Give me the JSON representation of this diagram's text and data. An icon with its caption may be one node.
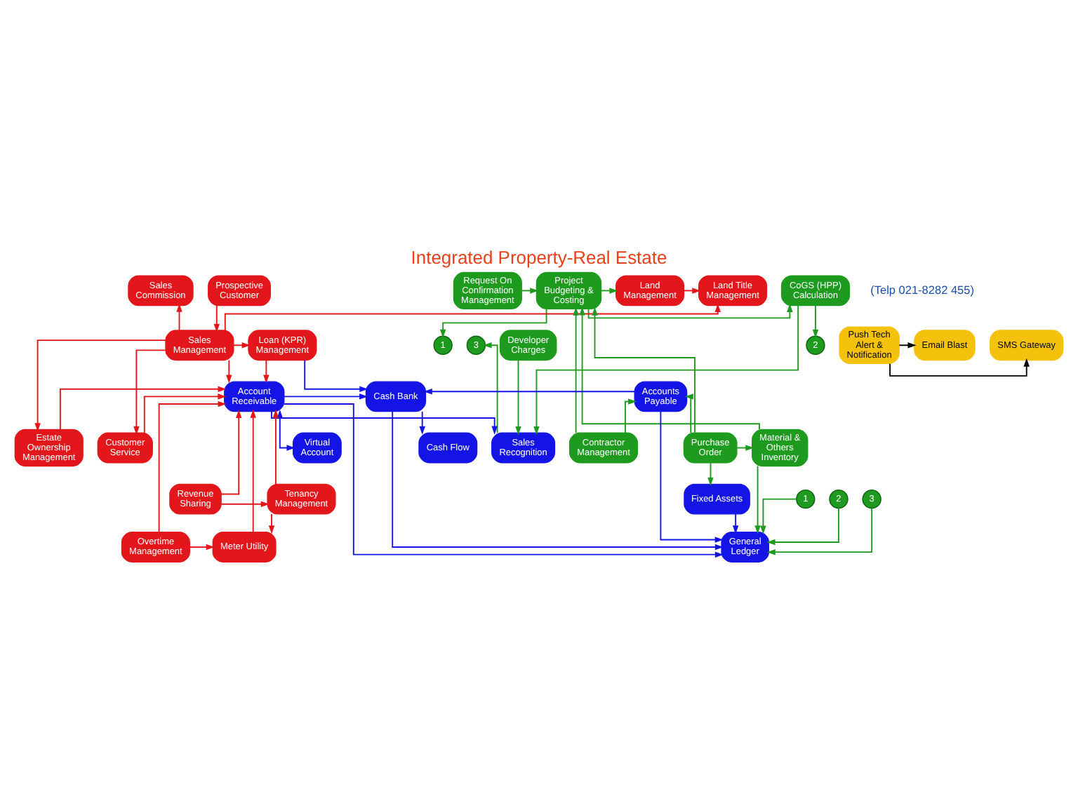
{
  "diagram": {
    "title": "Integrated Property-Real Estate",
    "nodes": [
      {
        "text": [
          "Land Management"
        ]
      },
      {
        "text": [
          "Sales Commission"
        ]
      },
      {
        "text": [
          "CoGS (HPP) Calculation"
        ]
      },
      {
        "text": [
          "Project Budgeting & Costing"
        ]
      },
      {
        "text": [
          "Request On Confirmation Management"
        ]
      },
      {
        "text": [
          "Prospective Customer"
        ]
      },
      {
        "text": [
          "Land Title Management"
        ]
      },
      {
        "text": [
          "2"
        ]
      },
      {
        "text": [
          "1"
        ]
      },
      {
        "text": [
          "Sales Management"
        ]
      },
      {
        "text": [
          "Loan (KPR) Management"
        ]
      },
      {
        "text": [
          "Developer Charges"
        ]
      },
      {
        "text": [
          "3"
        ]
      },
      {
        "text": [
          "Customer Service"
        ]
      },
      {
        "text": [
          "Sales Recognition"
        ]
      },
      {
        "text": [
          "Contractor Management"
        ]
      },
      {
        "text": [
          "Purchase Order"
        ]
      },
      {
        "text": [
          "Material & Others Inventory"
        ]
      },
      {
        "text": [
          "Estate Ownership Management"
        ]
      },
      {
        "text": [
          "Virtual Account"
        ]
      },
      {
        "text": [
          "Cash Flow"
        ]
      },
      {
        "text": [
          "Account Receivable"
        ]
      },
      {
        "text": [
          "Cash Bank"
        ]
      },
      {
        "text": [
          "Accounts Payable"
        ]
      },
      {
        "text": [
          "Revenue Sharing"
        ]
      },
      {
        "text": [
          "Tenancy Management"
        ]
      },
      {
        "text": [
          "Fixed Assets"
        ]
      },
      {
        "text": [
          "General Ledger"
        ]
      },
      {
        "text": [
          "Overtime Management"
        ]
      },
      {
        "text": [
          "Meter Utility"
        ]
      },
      {
        "text": [
          "1"
        ]
      },
      {
        "text": [
          "2"
        ]
      },
      {
        "text": [
          "3"
        ]
      },
      {
        "text": [
          "SMS Gateway"
        ]
      },
      {
        "text": [
          "Push Tech Alert & Notification"
        ]
      },
      {
        "text": [
          "Email Blast"
        ]
      }
    ],
    "edges": [
      {
        "from": 5,
        "to": 9,
        "arrow": "to",
        "color": "#e3161b"
      },
      {
        "from": 9,
        "to": 1,
        "arrow": "to",
        "color": "#e3161b"
      },
      {
        "from": 9,
        "to": 6,
        "arrow": "to",
        "color": "#e3161b"
      },
      {
        "from": 9,
        "to": 10,
        "arrow": "to",
        "color": "#e3161b"
      },
      {
        "from": 9,
        "to": 13,
        "arrow": "to",
        "color": "#e3161b"
      },
      {
        "from": 9,
        "to": 18,
        "arrow": "to",
        "color": "#e3161b"
      },
      {
        "from": 9,
        "to": 21,
        "arrow": "to",
        "color": "#e3161b"
      },
      {
        "from": 24,
        "to": 21,
        "arrow": "to",
        "color": "#e3161b"
      },
      {
        "from": 28,
        "to": 21,
        "arrow": "to",
        "color": "#e3161b"
      },
      {
        "from": 24,
        "to": 25,
        "arrow": "to",
        "color": "#e3161b"
      },
      {
        "from": 28,
        "to": 29,
        "arrow": "to",
        "color": "#e3161b"
      },
      {
        "from": 25,
        "to": 29,
        "arrow": "to",
        "color": "#e3161b"
      },
      {
        "from": 25,
        "to": 21,
        "arrow": "to",
        "color": "#e3161b"
      },
      {
        "from": 29,
        "to": 21,
        "arrow": "to",
        "color": "#e3161b"
      },
      {
        "from": 18,
        "to": 21,
        "arrow": "to",
        "color": "#e3161b"
      },
      {
        "from": 13,
        "to": 21,
        "arrow": "to",
        "color": "#e3161b"
      },
      {
        "from": 10,
        "to": 21,
        "arrow": "to",
        "color": "#e3161b"
      },
      {
        "from": 0,
        "to": 6,
        "arrow": "to",
        "color": "#e3161b"
      },
      {
        "from": 3,
        "to": 0,
        "arrow": "to"
      },
      {
        "from": 2,
        "to": 14,
        "arrow": "to"
      },
      {
        "from": 3,
        "to": 2,
        "arrow": "to"
      },
      {
        "from": 4,
        "to": 3,
        "arrow": "to"
      },
      {
        "from": 2,
        "to": 7,
        "arrow": "to"
      },
      {
        "from": 3,
        "to": 8,
        "arrow": "to"
      },
      {
        "from": 14,
        "to": 12,
        "arrow": "to"
      },
      {
        "from": 11,
        "to": 14,
        "arrow": "to"
      },
      {
        "from": 15,
        "to": 3,
        "arrow": "to"
      },
      {
        "from": 16,
        "to": 3,
        "arrow": "to"
      },
      {
        "from": 17,
        "to": 3,
        "arrow": "to"
      },
      {
        "from": 16,
        "to": 17,
        "arrow": "to"
      },
      {
        "from": 15,
        "to": 23,
        "arrow": "to"
      },
      {
        "from": 16,
        "to": 23,
        "arrow": "to"
      },
      {
        "from": 16,
        "to": 26,
        "arrow": "to"
      },
      {
        "from": 17,
        "to": 27,
        "arrow": "to"
      },
      {
        "from": 30,
        "to": 27,
        "arrow": "to"
      },
      {
        "from": 31,
        "to": 27,
        "arrow": "to"
      },
      {
        "from": 32,
        "to": 27,
        "arrow": "to"
      },
      {
        "from": 10,
        "to": 22,
        "arrow": "to",
        "color": "#1414e6"
      },
      {
        "from": 21,
        "to": 14,
        "arrow": "to",
        "color": "#1414e6"
      },
      {
        "from": 21,
        "to": 19,
        "arrow": "both",
        "color": "#1414e6"
      },
      {
        "from": 21,
        "to": 22,
        "arrow": "to",
        "color": "#1414e6"
      },
      {
        "from": 21,
        "to": 27,
        "arrow": "to",
        "color": "#1414e6"
      },
      {
        "from": 22,
        "to": 20,
        "arrow": "to",
        "color": "#1414e6"
      },
      {
        "from": 23,
        "to": 22,
        "arrow": "to",
        "color": "#1414e6"
      },
      {
        "from": 22,
        "to": 27,
        "arrow": "to",
        "color": "#1414e6"
      },
      {
        "from": 23,
        "to": 27,
        "arrow": "to",
        "color": "#1414e6"
      },
      {
        "from": 26,
        "to": 27,
        "arrow": "to",
        "color": "#1414e6"
      },
      {
        "from": 34,
        "to": 33,
        "arrow": "to",
        "color": "#000000"
      },
      {
        "from": 34,
        "to": 35,
        "arrow": "to",
        "color": "#000000"
      }
    ],
    "labels": [
      "(Telp 021-8282 455)"
    ]
  }
}
